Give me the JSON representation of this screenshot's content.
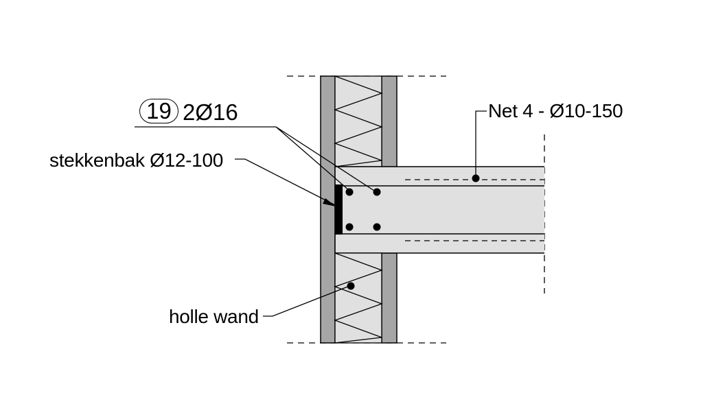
{
  "labels": {
    "bar_number": "19",
    "bar_spec": "2Ø16",
    "starter_box": "stekkenbak Ø12-100",
    "mesh": "Net 4 - Ø10-150",
    "cavity_wall": "holle wand"
  },
  "colors": {
    "wall_leaf": "#a6a6a6",
    "insulation": "#e0e0e0",
    "slab": "#e0e0e0",
    "starter_box_fill": "#000000",
    "line": "#000000"
  }
}
